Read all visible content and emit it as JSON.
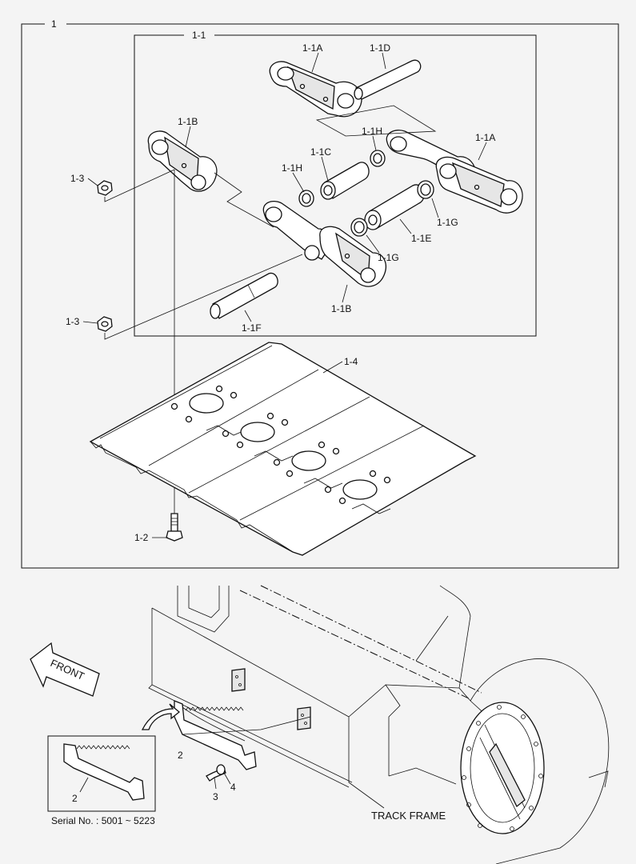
{
  "labels": {
    "assembly": "1",
    "sub_assembly": "1-1",
    "link_a_top": "1-1A",
    "pin_d": "1-1D",
    "link_b_top": "1-1B",
    "seal_h_top": "1-1H",
    "link_a_right": "1-1A",
    "bushing_c": "1-1C",
    "seal_h_mid": "1-1H",
    "nut_top": "1-3",
    "seal_g_right": "1-1G",
    "bushing_e": "1-1E",
    "seal_g_mid": "1-1G",
    "link_b_bottom": "1-1B",
    "nut_bottom": "1-3",
    "pin_f": "1-1F",
    "shoe": "1-4",
    "bolt": "1-2",
    "front": "FRONT",
    "guard_main": "2",
    "bolt_3": "3",
    "washer_4": "4",
    "guard_inset": "2",
    "serial": "Serial No. : 5001 ~ 5223",
    "track_frame": "TRACK FRAME"
  }
}
